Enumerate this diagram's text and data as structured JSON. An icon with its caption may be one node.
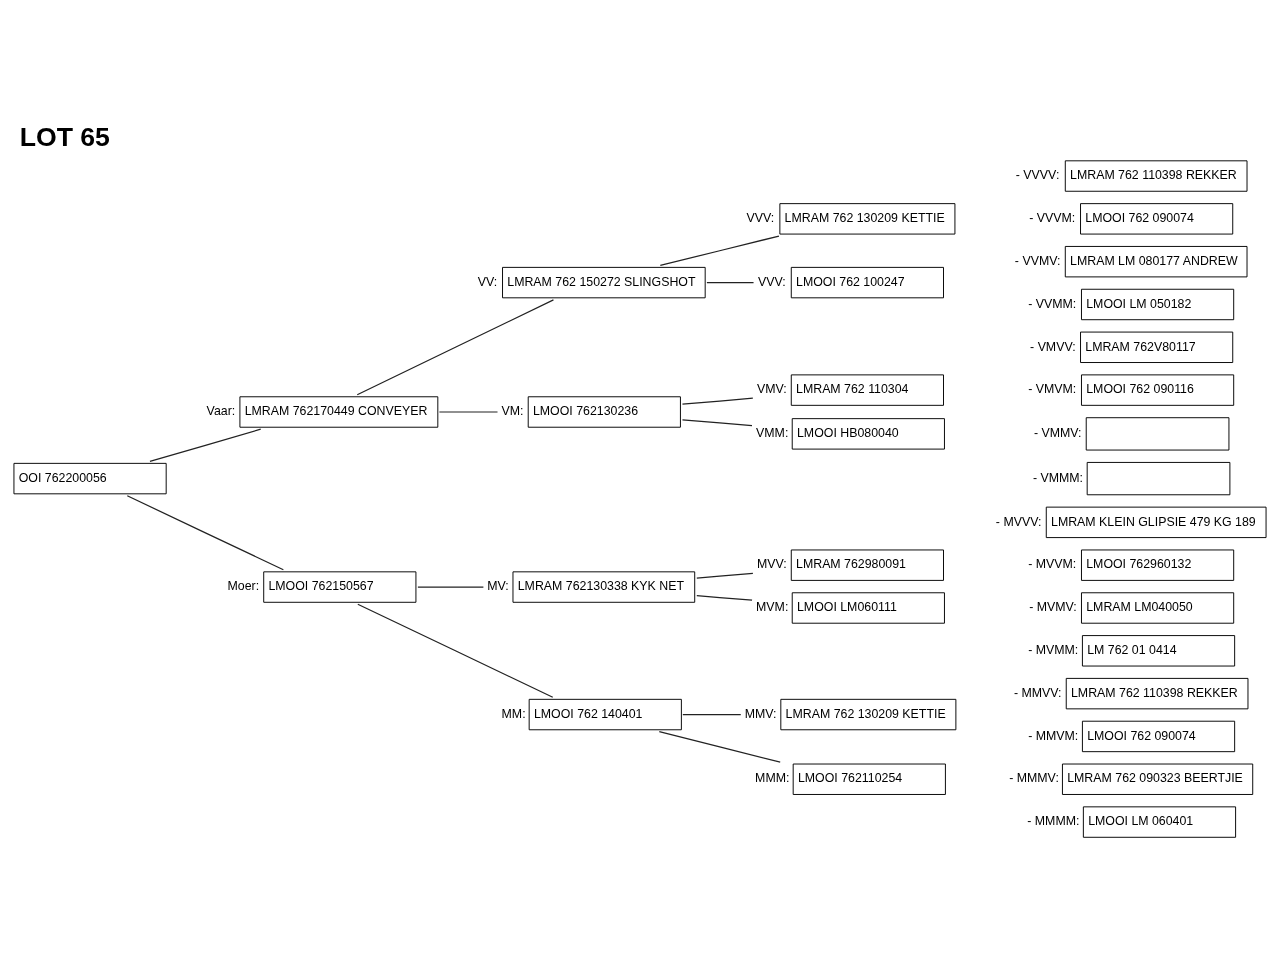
{
  "diagram": {
    "title": "LOT 65",
    "nodes": [
      {
        "text": [
          "OOI 762200056"
        ]
      },
      {
        "text": [
          "LMRAM 762170449 CONVEYER"
        ],
        "beside": [
          "Vaar:"
        ]
      },
      {
        "text": [
          "LMRAM 762 150272 SLINGSHOT"
        ],
        "beside": [
          "VV:"
        ]
      },
      {
        "text": [
          "LMRAM 762 130209 KETTIE"
        ],
        "beside": [
          "VVV:"
        ]
      },
      {
        "text": [
          "LMRAM 762 110398 REKKER"
        ],
        "beside": [
          "- VVVV:"
        ]
      },
      {
        "text": [
          "LMOOI 762 090074"
        ],
        "beside": [
          "- VVVM:"
        ]
      },
      {
        "text": [
          "LMOOI 762 100247"
        ],
        "beside": [
          "VVV:"
        ]
      },
      {
        "text": [
          "LMRAM LM 080177 ANDREW"
        ],
        "beside": [
          "- VVMV:"
        ]
      },
      {
        "text": [
          "LMOOI LM 050182"
        ],
        "beside": [
          "- VVMM:"
        ]
      },
      {
        "text": [
          "LMOOI 762130236"
        ],
        "beside": [
          "VM:"
        ]
      },
      {
        "text": [
          "LMRAM 762 110304"
        ],
        "beside": [
          "VMV:"
        ]
      },
      {
        "text": [
          "LMRAM 762V80117"
        ],
        "beside": [
          "- VMVV:"
        ]
      },
      {
        "text": [
          "LMOOI 762 090116"
        ],
        "beside": [
          "- VMVM:"
        ]
      },
      {
        "text": [
          "LMOOI HB080040"
        ],
        "beside": [
          "VMM:"
        ]
      },
      {
        "text": [],
        "shape": "box",
        "beside": [
          "- VMMV:"
        ]
      },
      {
        "text": [],
        "shape": "box",
        "beside": [
          "- VMMM:"
        ]
      },
      {
        "text": [
          "LMOOI 762150567"
        ],
        "beside": [
          "Moer:"
        ]
      },
      {
        "text": [
          "LMRAM 762130338 KYK NET"
        ],
        "beside": [
          "MV:"
        ]
      },
      {
        "text": [
          "LMRAM 762980091"
        ],
        "beside": [
          "MVV:"
        ]
      },
      {
        "text": [
          "LMRAM KLEIN GLIPSIE 479 KG 189"
        ],
        "beside": [
          "- MVVV:"
        ]
      },
      {
        "text": [
          "LMOOI 762960132"
        ],
        "beside": [
          "- MVVM:"
        ]
      },
      {
        "text": [
          "LMOOI LM060111"
        ],
        "beside": [
          "MVM:"
        ]
      },
      {
        "text": [
          "LMRAM LM040050"
        ],
        "beside": [
          "- MVMV:"
        ]
      },
      {
        "text": [
          "LM 762 01 0414"
        ],
        "beside": [
          "- MVMM:"
        ]
      },
      {
        "text": [
          "LMOOI 762 140401"
        ],
        "beside": [
          "MM:"
        ]
      },
      {
        "text": [
          "LMRAM 762 130209 KETTIE"
        ],
        "beside": [
          "MMV:"
        ]
      },
      {
        "text": [
          "LMRAM 762 110398 REKKER"
        ],
        "beside": [
          "- MMVV:"
        ]
      },
      {
        "text": [
          "LMOOI 762 090074"
        ],
        "beside": [
          "- MMVM:"
        ]
      },
      {
        "text": [
          "LMOOI 762110254"
        ],
        "beside": [
          "MMM:"
        ]
      },
      {
        "text": [
          "LMRAM 762 090323 BEERTJIE"
        ],
        "beside": [
          "- MMMV:"
        ]
      },
      {
        "text": [
          "LMOOI LM 060401"
        ],
        "beside": [
          "- MMMM:"
        ]
      }
    ],
    "edges": [
      {
        "from": 0,
        "to": 1,
        "arrow": "none"
      },
      {
        "from": 1,
        "to": 2,
        "arrow": "none"
      },
      {
        "from": 2,
        "to": 3,
        "arrow": "none"
      },
      {
        "from": 2,
        "to": 6,
        "arrow": "none"
      },
      {
        "from": 1,
        "to": 9,
        "arrow": "none"
      },
      {
        "from": 9,
        "to": 10,
        "arrow": "none"
      },
      {
        "from": 9,
        "to": 13,
        "arrow": "none"
      },
      {
        "from": 0,
        "to": 16,
        "arrow": "none"
      },
      {
        "from": 16,
        "to": 17,
        "arrow": "none"
      },
      {
        "from": 17,
        "to": 18,
        "arrow": "none"
      },
      {
        "from": 17,
        "to": 21,
        "arrow": "none"
      },
      {
        "from": 16,
        "to": 24,
        "arrow": "none"
      },
      {
        "from": 24,
        "to": 25,
        "arrow": "none"
      },
      {
        "from": 24,
        "to": 28,
        "arrow": "none"
      }
    ]
  }
}
